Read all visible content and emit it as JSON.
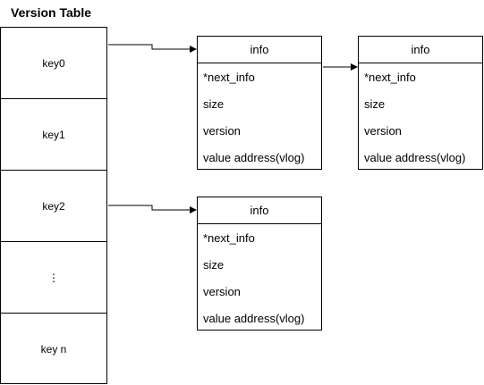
{
  "title": "Version Table",
  "version_table": {
    "rows": [
      "key0",
      "key1",
      "key2",
      "⋮",
      "key n"
    ]
  },
  "info_boxes": [
    {
      "header": "info",
      "fields": [
        "*next_info",
        "size",
        "version",
        "value address(vlog)"
      ]
    },
    {
      "header": "info",
      "fields": [
        "*next_info",
        "size",
        "version",
        "value address(vlog)"
      ]
    },
    {
      "header": "info",
      "fields": [
        "*next_info",
        "size",
        "version",
        "value address(vlog)"
      ]
    }
  ]
}
